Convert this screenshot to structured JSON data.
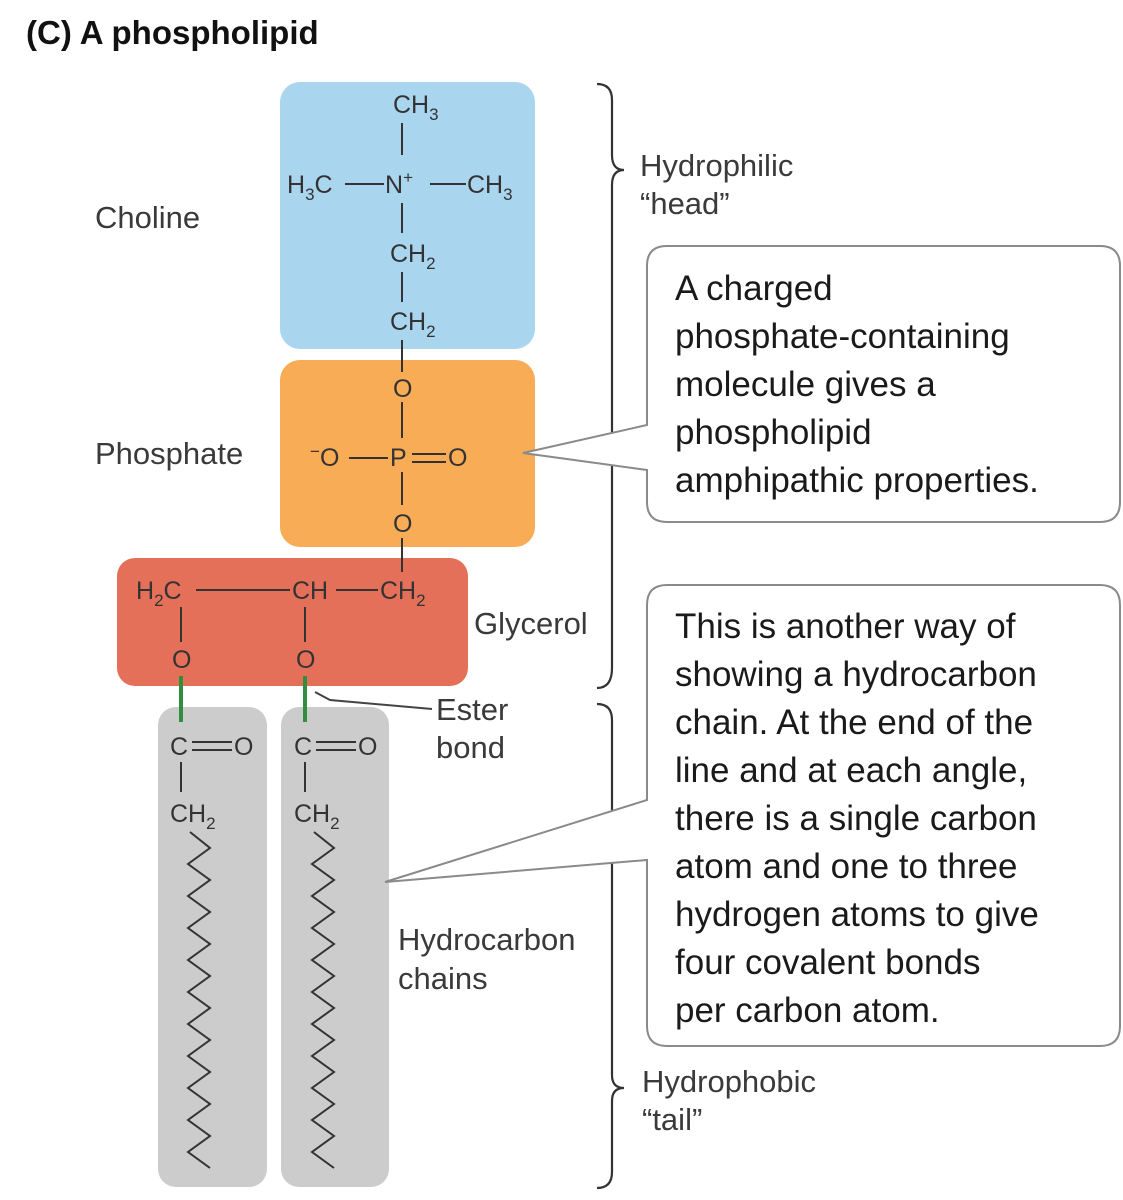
{
  "title": "(C)  A phospholipid",
  "colors": {
    "choline": "#a9d5ee",
    "phosphate": "#f7ac55",
    "glycerol": "#e4705a",
    "chains": "#cccccc",
    "ester_bond": "#2f8f3f",
    "callout_border": "#8a8a8a"
  },
  "regions": {
    "choline": "Choline",
    "phosphate": "Phosphate",
    "glycerol": "Glycerol",
    "ester_bond": [
      "Ester",
      "bond"
    ],
    "hydrocarbon_chains": [
      "Hydrocarbon",
      "chains"
    ]
  },
  "braces": {
    "head": [
      "Hydrophilic",
      "“head”"
    ],
    "tail": [
      "Hydrophobic",
      "“tail”"
    ]
  },
  "callouts": {
    "phosphate": [
      "A charged",
      "phosphate-containing",
      "molecule gives a",
      "phospholipid",
      "amphipathic properties."
    ],
    "chain": [
      "This is another way of",
      "showing a hydrocarbon",
      "chain. At the end of the",
      "line and at each angle,",
      "there is a single carbon",
      "atom and one to three",
      "hydrogen atoms to give",
      "four covalent bonds",
      "per carbon atom."
    ]
  },
  "formula": {
    "ch3_top": "CH3",
    "h3c": "H3C",
    "n_plus": "N+",
    "ch3_right": "CH3",
    "ch2_a": "CH2",
    "ch2_b": "CH2",
    "o_upper": "O",
    "o_minus": "−O",
    "p": "P",
    "o_double": "O",
    "o_lower": "O",
    "h2c": "H2C",
    "ch": "CH",
    "ch2_glycerol": "CH2",
    "o_left": "O",
    "o_right": "O",
    "c_left": "C",
    "o_carbonyl_left": "O",
    "c_right": "C",
    "o_carbonyl_right": "O",
    "ch2_chain_left": "CH2",
    "ch2_chain_right": "CH2"
  }
}
